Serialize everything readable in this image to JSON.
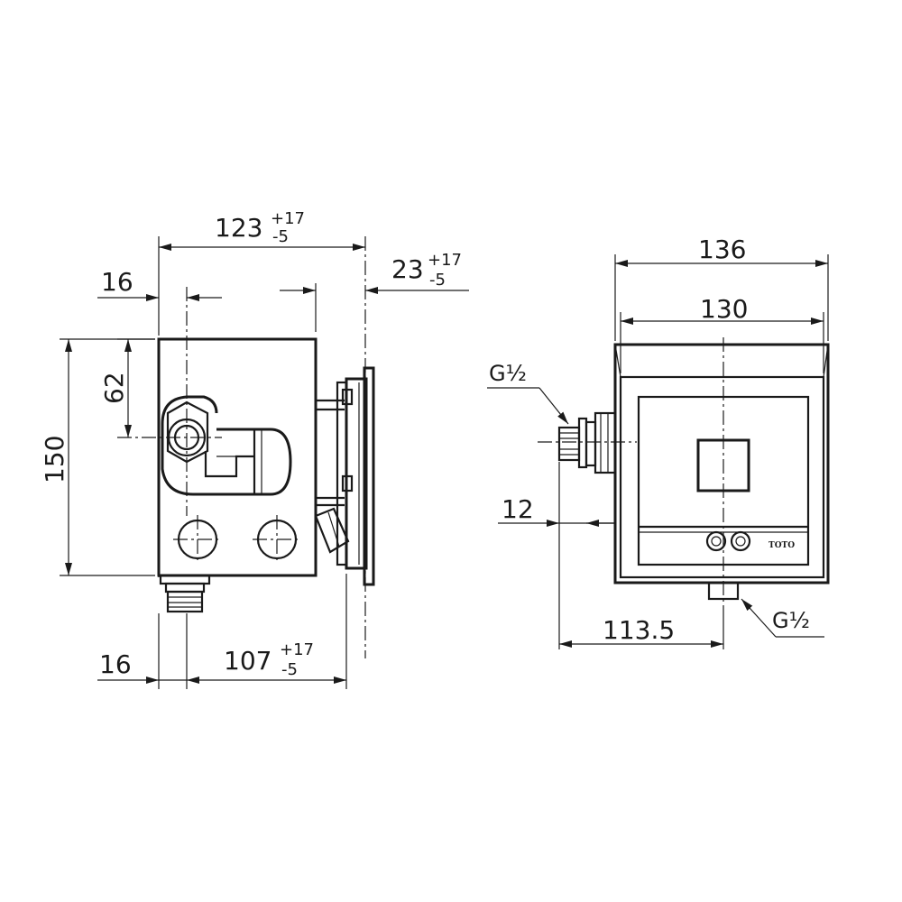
{
  "side_view": {
    "dim_total_depth": {
      "value": "123",
      "tol_upper": "+17",
      "tol_lower": "-5"
    },
    "dim_plate_offset": {
      "value": "23",
      "tol_upper": "+17",
      "tol_lower": "-5"
    },
    "dim_top_inlet_offset": "16",
    "dim_height": "150",
    "dim_inlet_height": "62",
    "dim_bottom_outlet_offset": "16",
    "dim_bottom_depth": {
      "value": "107",
      "tol_upper": "+17",
      "tol_lower": "-5"
    }
  },
  "front_view": {
    "dim_outer_width": "136",
    "dim_inner_width": "130",
    "dim_side_inlet_offset": "12",
    "dim_outlet_distance": "113.5",
    "inlet_thread": "G½",
    "outlet_thread": "G½",
    "brand_logo": "TOTO"
  }
}
